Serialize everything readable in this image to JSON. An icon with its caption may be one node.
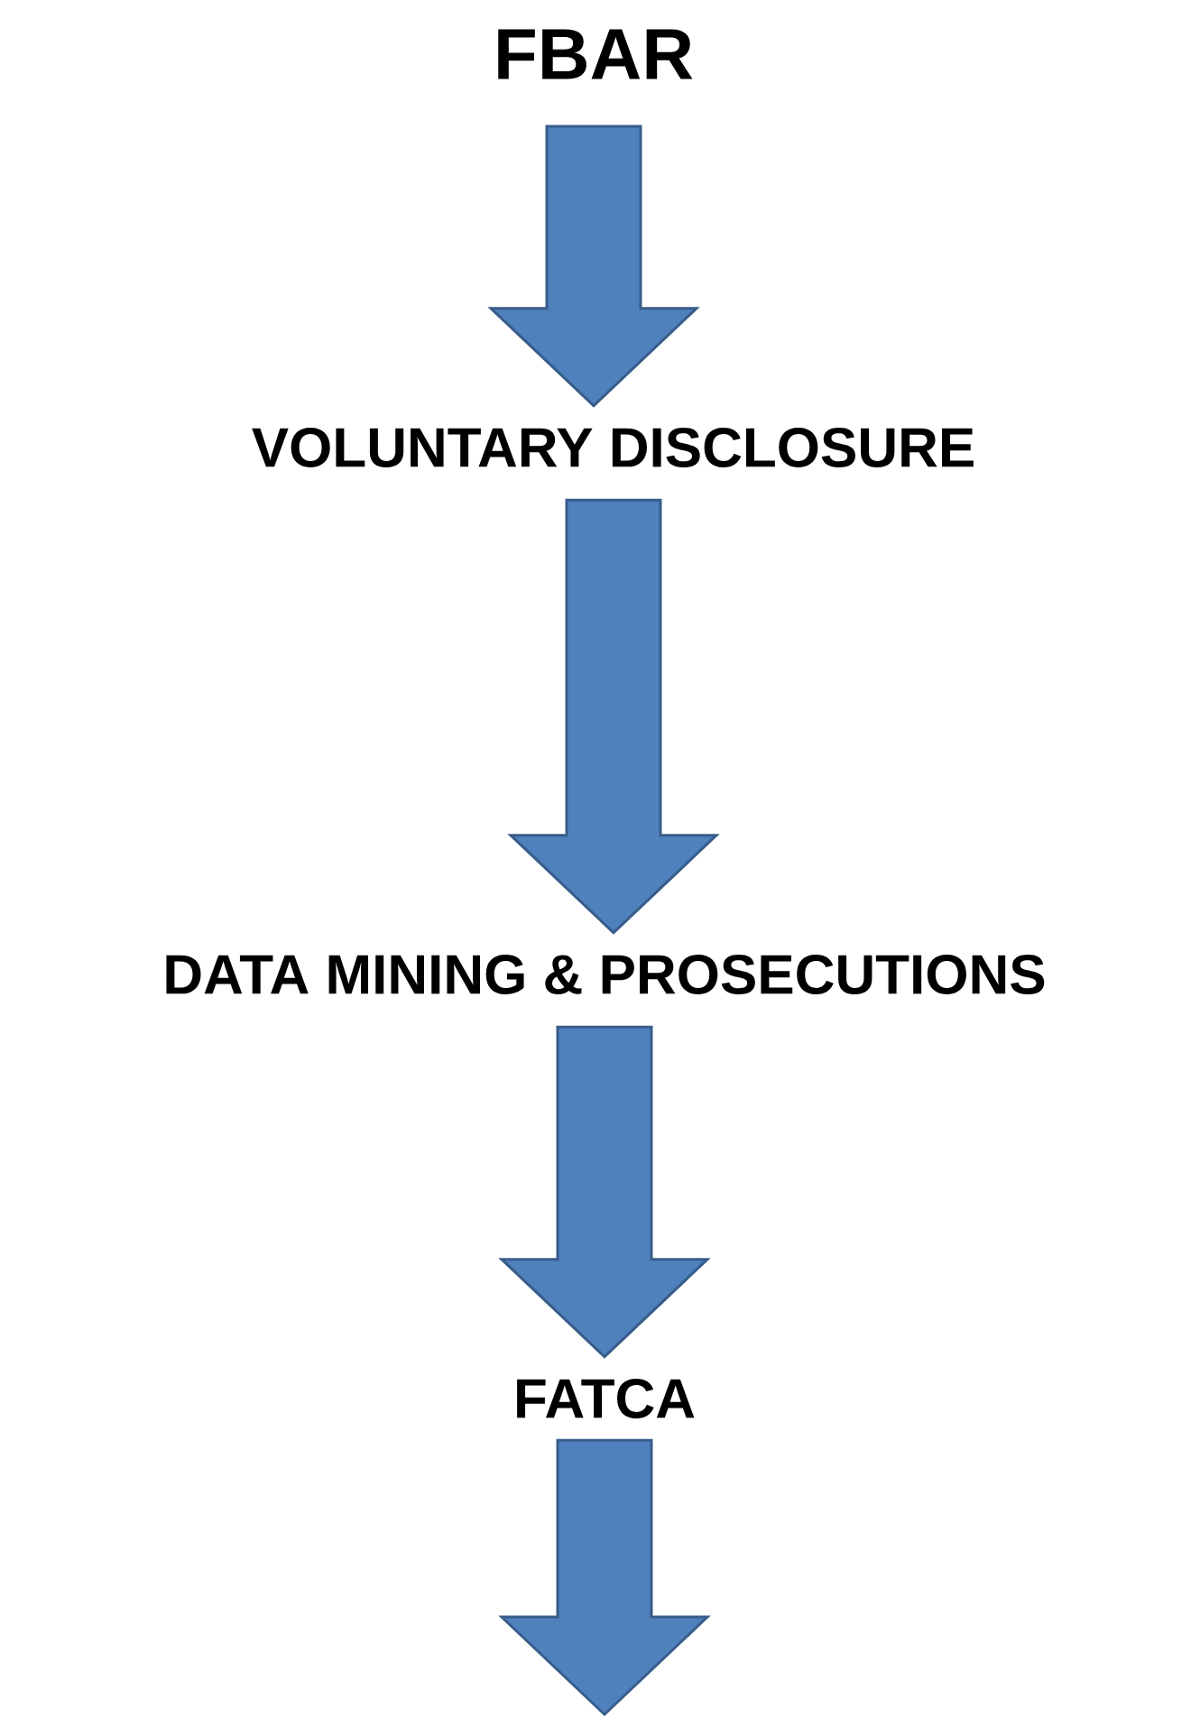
{
  "diagram": {
    "nodes": [
      {
        "text": [
          "FBAR"
        ]
      },
      {
        "text": [
          "VOLUNTARY DISCLOSURE"
        ]
      },
      {
        "text": [
          "DATA MINING & PROSECUTIONS"
        ]
      },
      {
        "text": [
          "FATCA"
        ]
      }
    ],
    "edges": [
      {
        "from": 0,
        "to": 1,
        "arrow": "to"
      },
      {
        "from": 1,
        "to": 2,
        "arrow": "to"
      },
      {
        "from": 2,
        "to": 3,
        "arrow": "to"
      },
      {
        "from": 3,
        "to": null,
        "arrow": "to"
      }
    ]
  }
}
